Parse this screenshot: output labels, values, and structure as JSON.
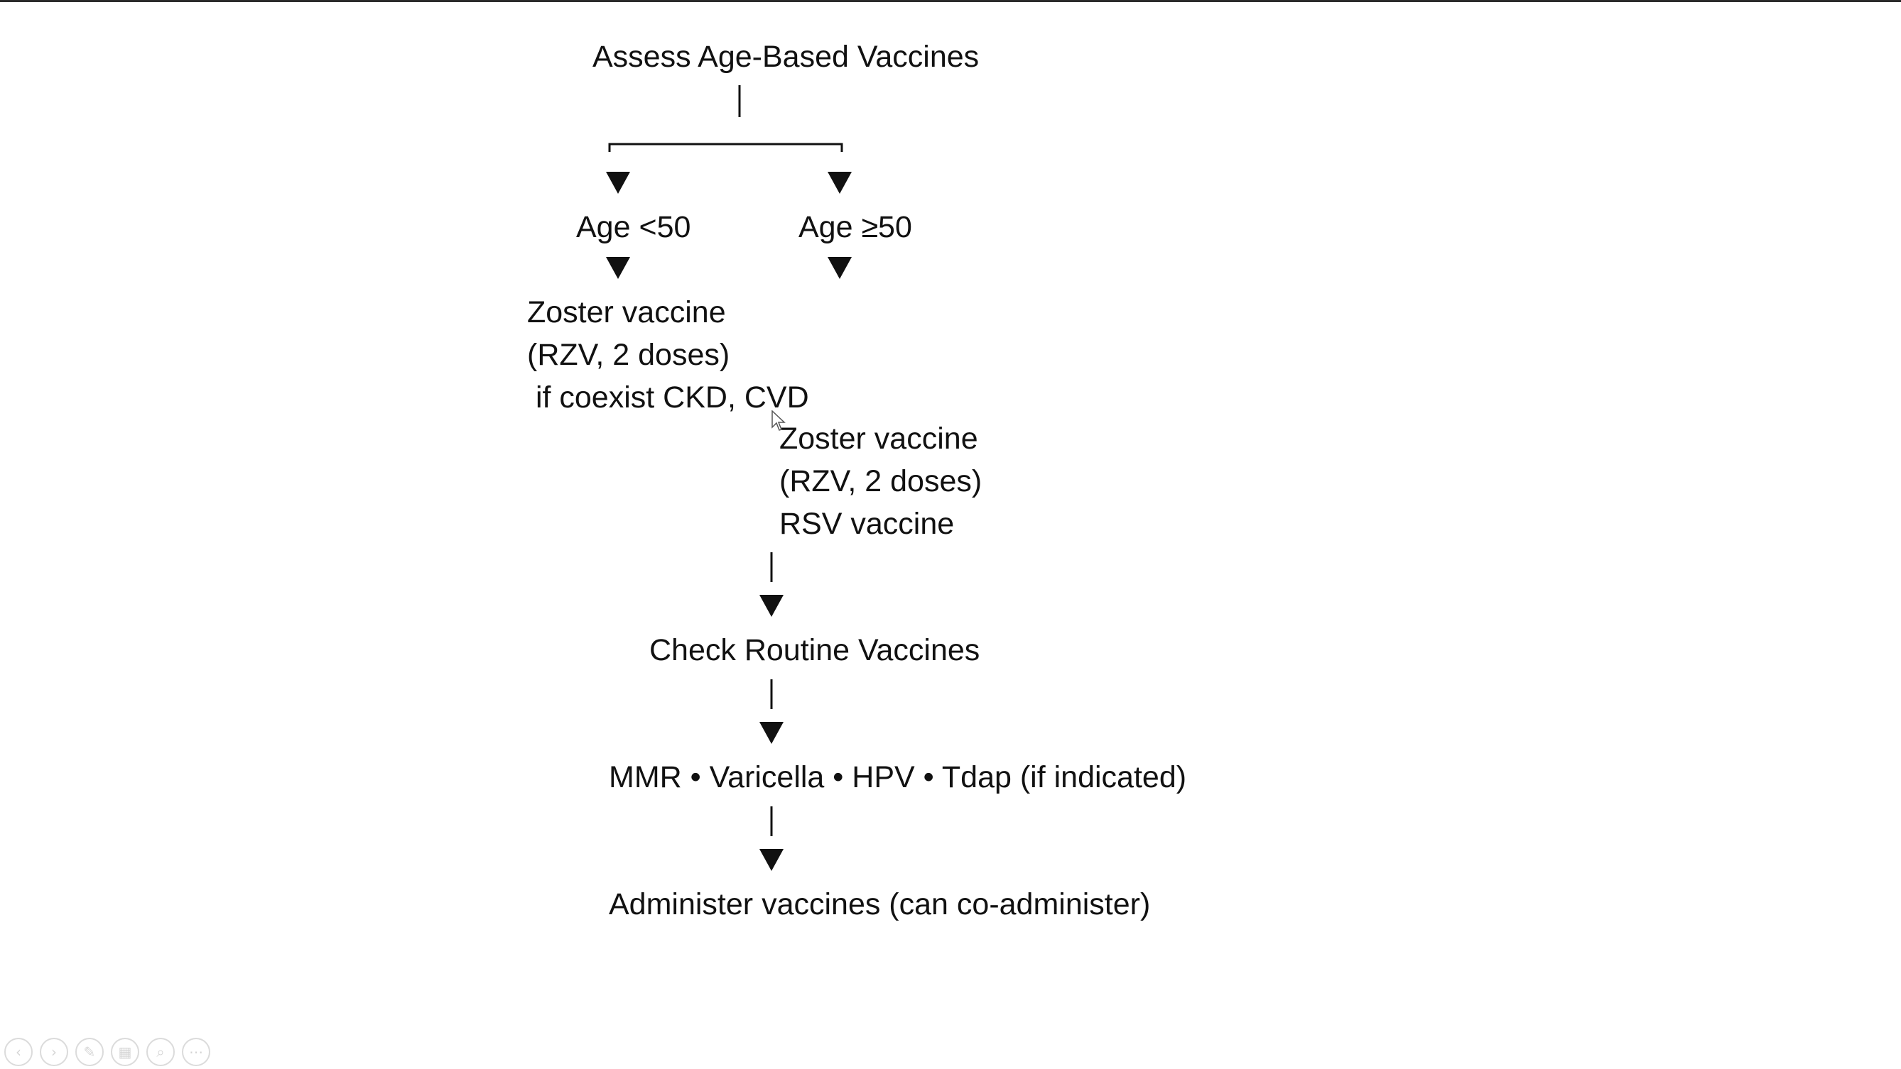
{
  "slide": {
    "nodes": {
      "assess": "Assess Age-Based Vaccines",
      "age_under_50": "Age <50",
      "age_50_plus": "Age ≥50",
      "under50_line1": "Zoster vaccine",
      "under50_line2": "(RZV, 2 doses)",
      "under50_line3": " if coexist CKD, CVD",
      "over50_line1": "Zoster vaccine",
      "over50_line2": "(RZV, 2 doses)",
      "over50_line3": "RSV vaccine",
      "check_routine": "Check Routine Vaccines",
      "routine_list": "MMR • Varicella • HPV • Tdap (if indicated)",
      "administer": "Administer vaccines (can co-administer)"
    },
    "colors": {
      "text": "#111111",
      "background": "#ffffff",
      "border": "#2b2b2b"
    }
  },
  "toolbar": {
    "buttons": [
      {
        "name": "previous-slide-icon",
        "glyph": "‹"
      },
      {
        "name": "next-slide-icon",
        "glyph": "›"
      },
      {
        "name": "pen-icon",
        "glyph": "✎"
      },
      {
        "name": "see-all-slides-icon",
        "glyph": "▦"
      },
      {
        "name": "zoom-icon",
        "glyph": "⌕"
      },
      {
        "name": "more-options-icon",
        "glyph": "⋯"
      }
    ]
  }
}
